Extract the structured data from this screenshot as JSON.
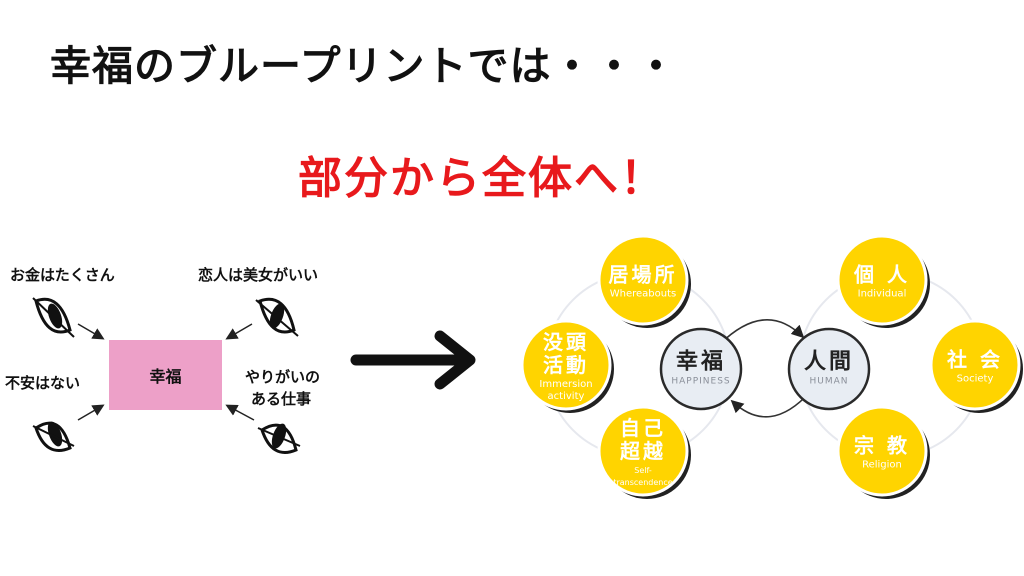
{
  "title": "幸福のブループリントでは・・・",
  "subtitle": "部分から全体へ！",
  "left_diagram": {
    "center": "幸福",
    "labels": {
      "top_left": "お金はたくさん",
      "top_right": "恋人は美女がいい",
      "mid_left": "不安はない",
      "mid_right_line1": "やりがいの",
      "mid_right_line2": "ある仕事"
    }
  },
  "right_diagram": {
    "center_left": {
      "kanji": "幸福",
      "en": "HAPPINESS"
    },
    "center_right": {
      "kanji": "人間",
      "en": "HUMAN"
    },
    "left_nodes": [
      {
        "kanji": "居場所",
        "en": "Whereabouts"
      },
      {
        "kanji": "没頭\n活動",
        "en": "Immersion\nactivity"
      },
      {
        "kanji": "自己\n超越",
        "en": "Self-\ntranscendence"
      }
    ],
    "right_nodes": [
      {
        "kanji": "個 人",
        "en": "Individual"
      },
      {
        "kanji": "社 会",
        "en": "Society"
      },
      {
        "kanji": "宗 教",
        "en": "Religion"
      }
    ]
  },
  "colors": {
    "accent_red": "#e8191c",
    "node_yellow": "#ffd400",
    "pink_box": "#eda0c8"
  }
}
